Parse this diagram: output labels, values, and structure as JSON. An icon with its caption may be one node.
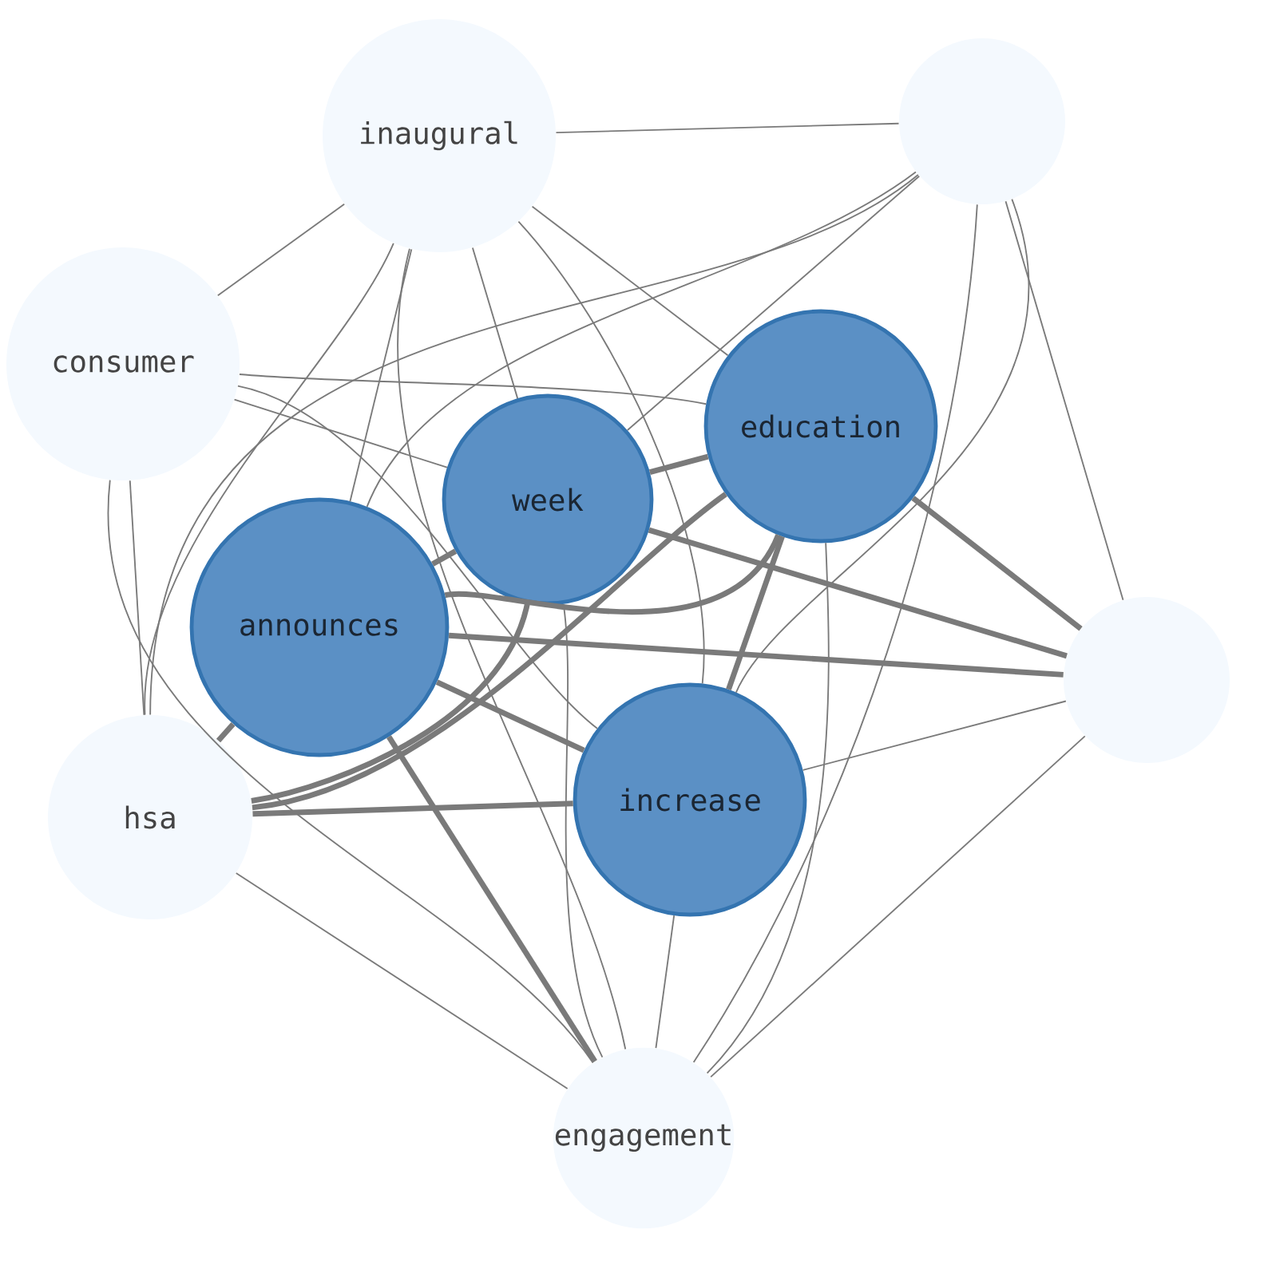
{
  "diagram": {
    "nodes": [
      {
        "text": [
          "inaugural"
        ]
      },
      {
        "text": [],
        "shape": "circle"
      },
      {
        "text": [
          "consumer"
        ]
      },
      {
        "text": [
          "education"
        ]
      },
      {
        "text": [
          "week"
        ]
      },
      {
        "text": [
          "announces"
        ]
      },
      {
        "text": [],
        "shape": "circle"
      },
      {
        "text": [
          "hsa"
        ]
      },
      {
        "text": [
          "increase"
        ]
      },
      {
        "text": [
          "engagement"
        ]
      }
    ],
    "edges": [
      {
        "from": 0,
        "to": 1,
        "arrow": "none"
      },
      {
        "from": 0,
        "to": 2,
        "arrow": "none"
      },
      {
        "from": 0,
        "to": 3,
        "arrow": "none"
      },
      {
        "from": 0,
        "to": 4,
        "arrow": "none"
      },
      {
        "from": 0,
        "to": 5,
        "arrow": "none"
      },
      {
        "from": 0,
        "to": 7,
        "arrow": "none"
      },
      {
        "from": 0,
        "to": 8,
        "arrow": "none"
      },
      {
        "from": 0,
        "to": 9,
        "arrow": "none"
      },
      {
        "from": 1,
        "to": 4,
        "arrow": "none"
      },
      {
        "from": 1,
        "to": 5,
        "arrow": "none"
      },
      {
        "from": 1,
        "to": 7,
        "arrow": "none"
      },
      {
        "from": 1,
        "to": 8,
        "arrow": "none"
      },
      {
        "from": 1,
        "to": 9,
        "arrow": "none"
      },
      {
        "from": 1,
        "to": 6,
        "arrow": "none"
      },
      {
        "from": 2,
        "to": 3,
        "arrow": "none"
      },
      {
        "from": 2,
        "to": 4,
        "arrow": "none"
      },
      {
        "from": 2,
        "to": 8,
        "arrow": "none"
      },
      {
        "from": 2,
        "to": 7,
        "arrow": "none"
      },
      {
        "from": 2,
        "to": 9,
        "arrow": "none"
      },
      {
        "from": 3,
        "to": 4,
        "arrow": "none",
        "style": "thick"
      },
      {
        "from": 3,
        "to": 5,
        "arrow": "none",
        "style": "thick"
      },
      {
        "from": 3,
        "to": 7,
        "arrow": "none",
        "style": "thick"
      },
      {
        "from": 3,
        "to": 8,
        "arrow": "none",
        "style": "thick"
      },
      {
        "from": 3,
        "to": 6,
        "arrow": "none",
        "style": "thick"
      },
      {
        "from": 3,
        "to": 9,
        "arrow": "none"
      },
      {
        "from": 4,
        "to": 5,
        "arrow": "none",
        "style": "thick"
      },
      {
        "from": 4,
        "to": 7,
        "arrow": "none",
        "style": "thick"
      },
      {
        "from": 4,
        "to": 6,
        "arrow": "none",
        "style": "thick"
      },
      {
        "from": 4,
        "to": 9,
        "arrow": "none"
      },
      {
        "from": 5,
        "to": 6,
        "arrow": "none",
        "style": "thick"
      },
      {
        "from": 5,
        "to": 8,
        "arrow": "none",
        "style": "thick"
      },
      {
        "from": 5,
        "to": 7,
        "arrow": "none",
        "style": "thick"
      },
      {
        "from": 5,
        "to": 9,
        "arrow": "none",
        "style": "thick"
      },
      {
        "from": 7,
        "to": 8,
        "arrow": "none",
        "style": "thick"
      },
      {
        "from": 7,
        "to": 9,
        "arrow": "none"
      },
      {
        "from": 8,
        "to": 6,
        "arrow": "none"
      },
      {
        "from": 8,
        "to": 9,
        "arrow": "none"
      },
      {
        "from": 6,
        "to": 9,
        "arrow": "none"
      }
    ]
  }
}
